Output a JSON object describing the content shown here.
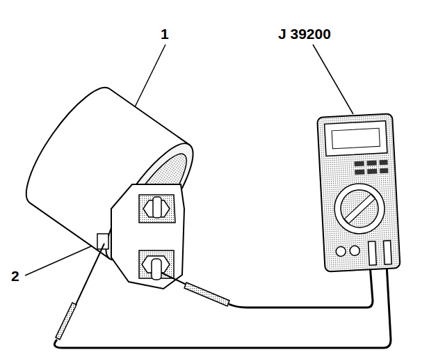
{
  "diagram": {
    "labels": [
      "1",
      "J 39200",
      "2"
    ]
  }
}
